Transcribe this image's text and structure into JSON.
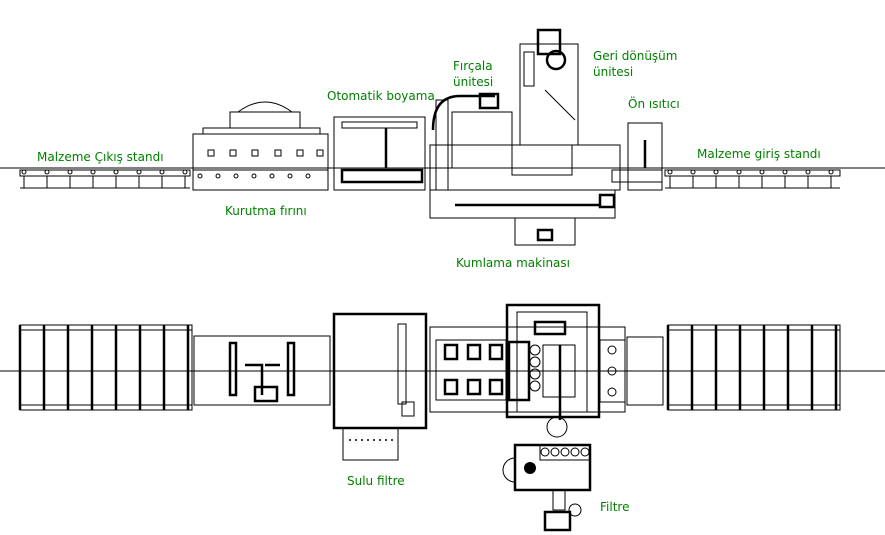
{
  "labels": {
    "exit_stand": "Malzeme Çıkış standı",
    "drying_oven": "Kurutma fırını",
    "auto_painting": "Otomatik boyama",
    "brush_unit_1": "Fırçala",
    "brush_unit_2": "ünitesi",
    "recycling_unit_1": "Geri dönüşüm",
    "recycling_unit_2": "ünitesi",
    "preheater": "Ön ısıtıcı",
    "entry_stand": "Malzeme giriş standı",
    "shot_blasting": "Kumlama makinası",
    "water_filter": "Sulu filtre",
    "filter": "Filtre"
  },
  "colors": {
    "label": "#008000",
    "line": "#000000"
  }
}
